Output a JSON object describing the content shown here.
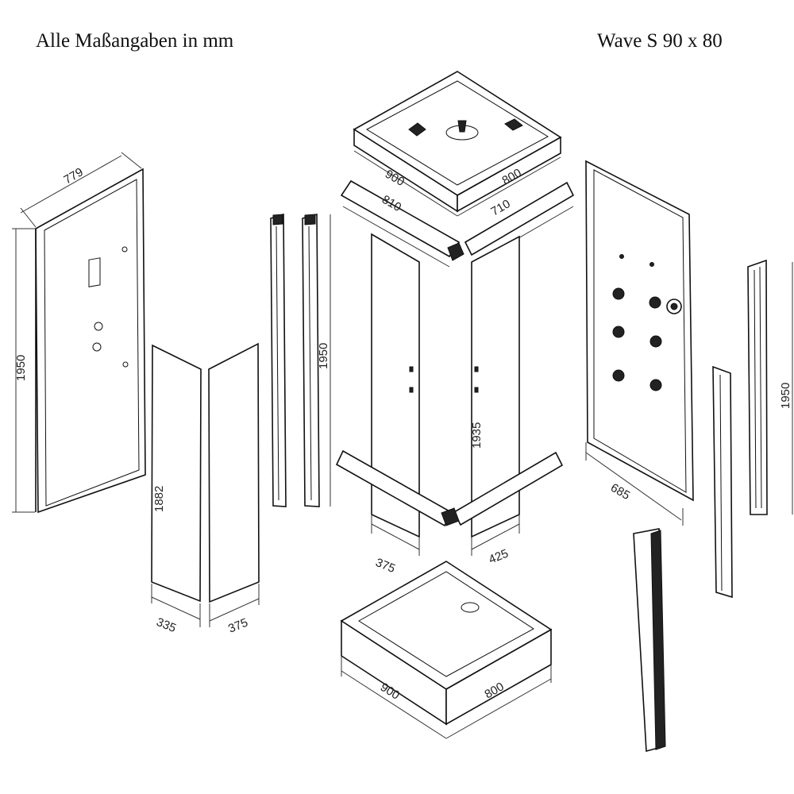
{
  "header": {
    "unit_note": "Alle Maßangaben in mm",
    "model": "Wave S 90 x 80"
  },
  "dimensions": {
    "left_panel_width": "779",
    "left_panel_height": "1950",
    "glass_panel_height": "1882",
    "glass_left_width": "335",
    "glass_right_width": "375",
    "profile_height": "1950",
    "roof_width": "900",
    "roof_depth": "800",
    "rail_width": "810",
    "rail_depth": "710",
    "door_height": "1935",
    "door_left_width": "375",
    "door_right_width": "425",
    "tray_width": "900",
    "tray_depth": "800",
    "back_panel_width": "685",
    "right_profile_height": "1950"
  }
}
